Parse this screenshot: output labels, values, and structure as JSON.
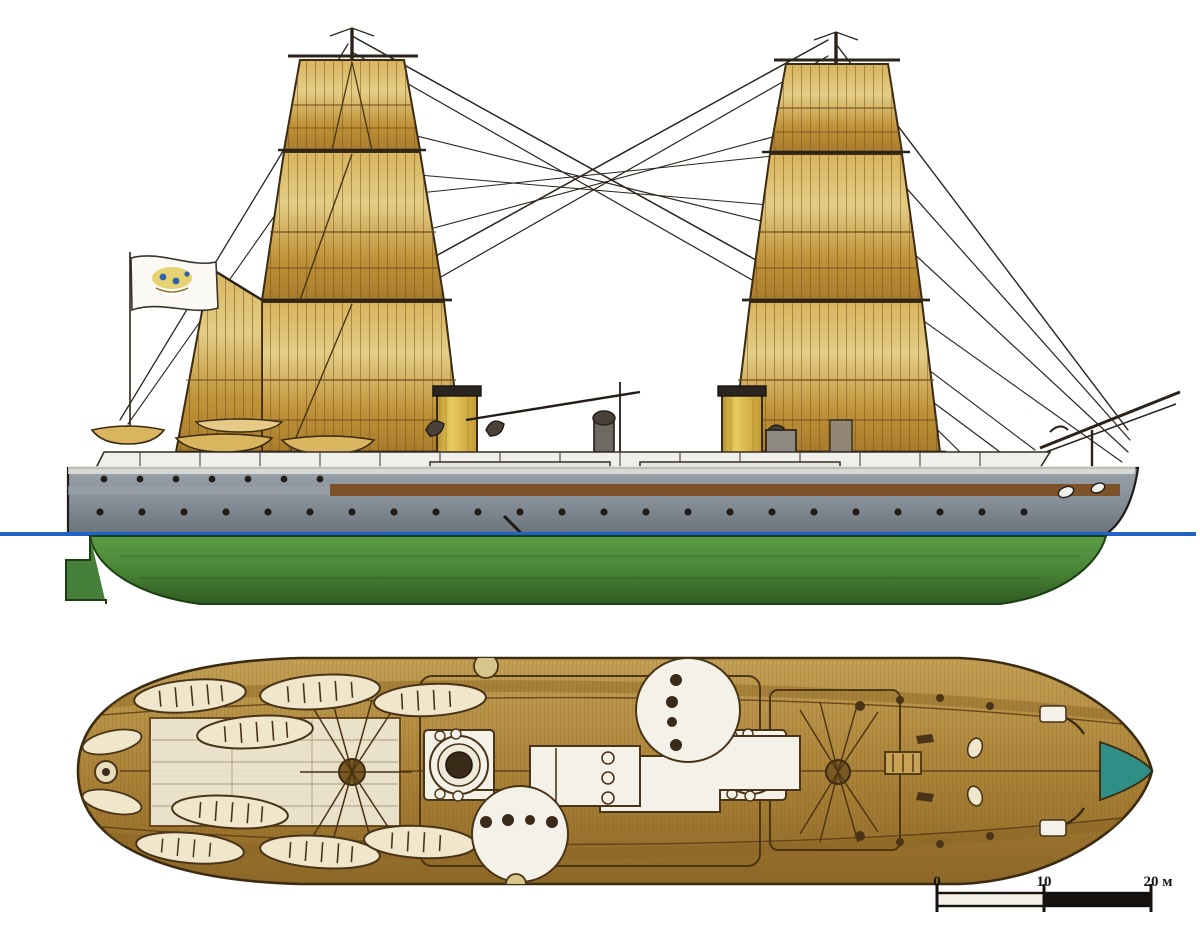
{
  "figure": {
    "kind": "ship-plan-illustration",
    "subject": "two-masted steam-and-sail armored cruiser",
    "background_color": "#ffffff",
    "views": [
      {
        "id": "profile",
        "name": "starboard side elevation"
      },
      {
        "id": "plan",
        "name": "upper deck plan"
      }
    ]
  },
  "scale_bar": {
    "name": "metric scale bar",
    "ticks": [
      "0",
      "10",
      "20 м"
    ],
    "unit_label": "м",
    "segments": 2,
    "segment_value": 10,
    "total": 20,
    "fill_light": "#f3efe6",
    "fill_dark": "#15110e"
  },
  "colors": {
    "sail": "#c8a24a",
    "sail_light": "#e2c878",
    "sail_shadow": "#96702c",
    "rigging": "#241c16",
    "hull_upper": "#8f98a0",
    "hull_upper_dark": "#6e767e",
    "hull_white_strake": "#f2f2f0",
    "deck_strake": "#7a4a1e",
    "waterline": "#1f62c8",
    "hull_lower": "#4f8a3c",
    "hull_lower_dark": "#356626",
    "funnel": "#d8b44e",
    "funnel_cap": "#2b2520",
    "deck_wood": "#b08a3e",
    "deck_wood_light": "#c9a355",
    "deck_wood_dark": "#8a6424",
    "boat_body": "#e8dcc0",
    "boat_outline": "#4a3418",
    "turret_white": "#f4f1e8",
    "gun_dark": "#3a2a18",
    "bow_tip": "#2e8f86",
    "flag_white": "#fbfaf6",
    "flag_emblem": "#d8c24a",
    "outline": "#231b14"
  },
  "profile": {
    "name": "side elevation",
    "masts": [
      {
        "id": "main-mast",
        "position": "aft",
        "sails": 3
      },
      {
        "id": "fore-mast",
        "position": "forward",
        "sails": 3
      }
    ],
    "funnels": 2,
    "flag": {
      "name": "naval ensign",
      "position": "stern staff"
    },
    "spanker_sail": {
      "name": "gaff spanker",
      "position": "aft of main mast"
    },
    "porthole_rows": 2,
    "boats_visible": 4
  },
  "plan": {
    "name": "deck plan",
    "boats": 10,
    "barbettes": 3,
    "mast_steps": 2,
    "deck_material": "planked wood"
  }
}
